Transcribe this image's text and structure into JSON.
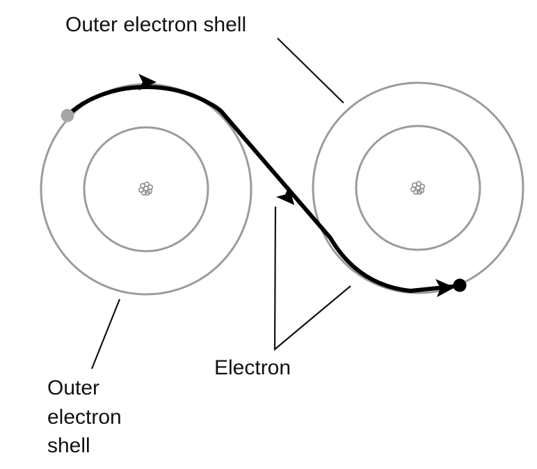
{
  "labels": {
    "outer_shell_right": "Outer electron shell",
    "outer_shell_left": [
      "Outer",
      "electron",
      "shell"
    ],
    "electron": "Electron"
  },
  "colors": {
    "shell": "#9b9b9b",
    "path": "#000000",
    "leader": "#111111",
    "electron_start": "#a6a6a6",
    "electron_end": "#000000",
    "nucleus": "#8f8f8f"
  }
}
